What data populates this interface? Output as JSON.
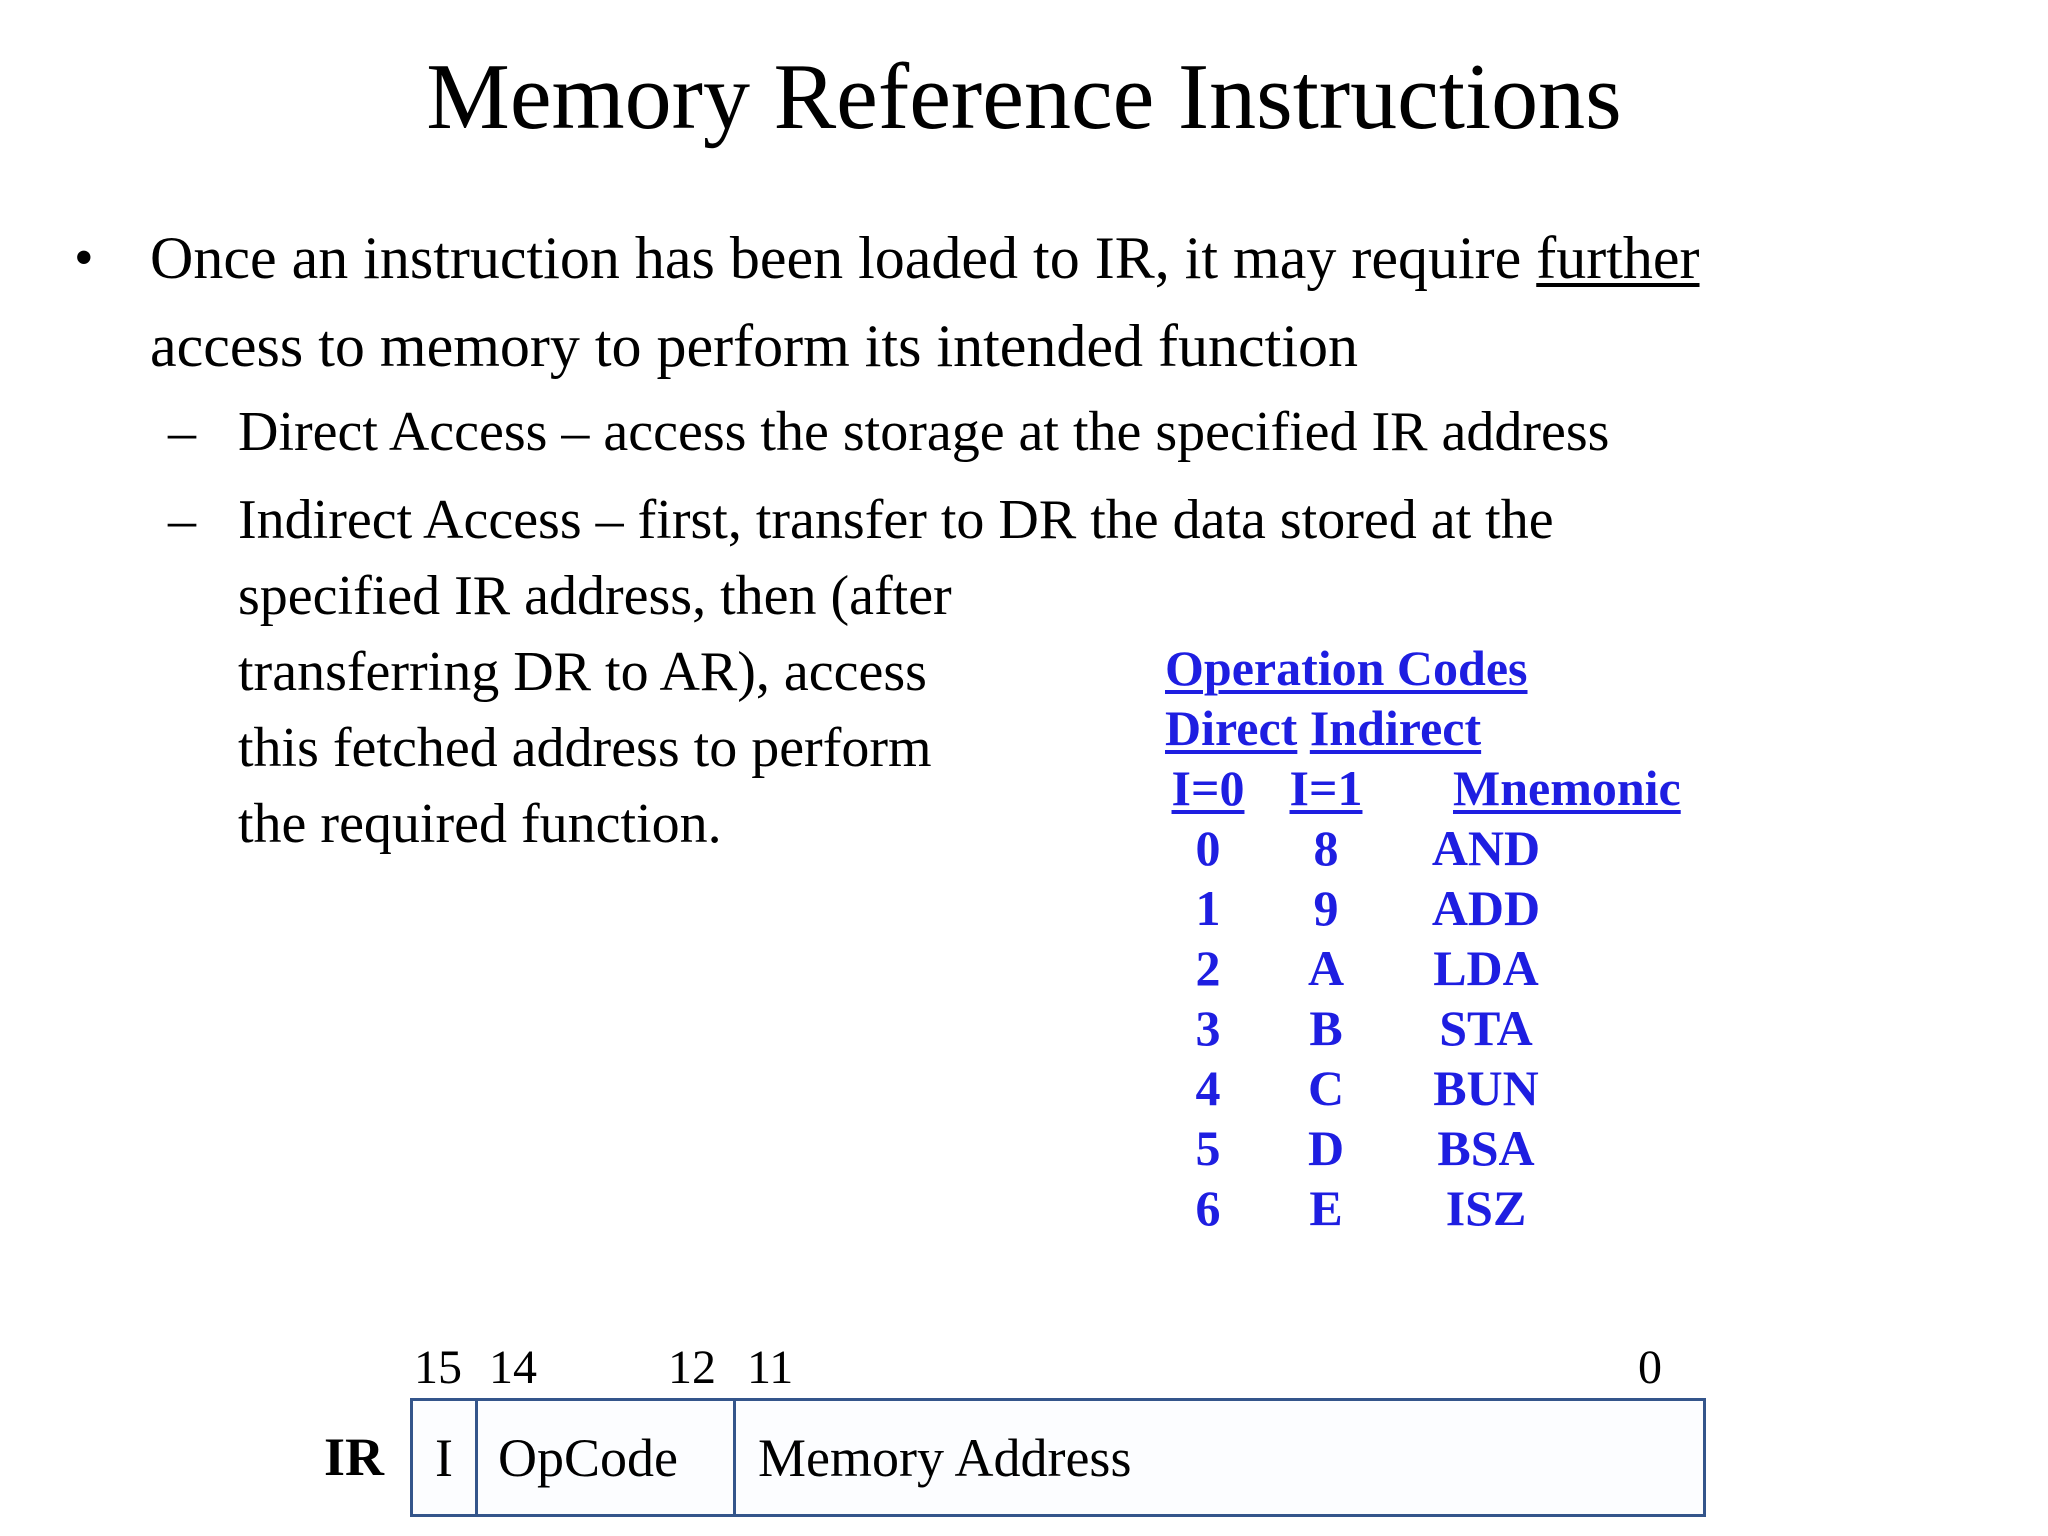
{
  "slide": {
    "title": "Memory Reference Instructions",
    "bullet": {
      "marker": "•",
      "line1_before": "Once an instruction has been loaded to IR, it may require ",
      "line1_underlined": "further",
      "line2": "access to memory to perform its intended function"
    },
    "sub_bullets": {
      "marker": "–",
      "direct": "Direct Access – access the storage at the specified IR address",
      "indirect_lines": [
        "Indirect Access – first, transfer to DR the data stored at the",
        "specified IR address, then (after",
        "transferring DR to AR), access",
        "this fetched address to perform",
        "the required function."
      ]
    }
  },
  "opcode_table": {
    "title": "Operation Codes",
    "col_group_direct": "Direct",
    "col_group_indirect": "Indirect",
    "headers": {
      "i0": "I=0",
      "i1": "I=1",
      "mnemonic": "Mnemonic"
    },
    "rows": [
      {
        "i0": "0",
        "i1": "8",
        "mnemonic": "AND"
      },
      {
        "i0": "1",
        "i1": "9",
        "mnemonic": "ADD"
      },
      {
        "i0": "2",
        "i1": "A",
        "mnemonic": "LDA"
      },
      {
        "i0": "3",
        "i1": "B",
        "mnemonic": "STA"
      },
      {
        "i0": "4",
        "i1": "C",
        "mnemonic": "BUN"
      },
      {
        "i0": "5",
        "i1": "D",
        "mnemonic": "BSA"
      },
      {
        "i0": "6",
        "i1": "E",
        "mnemonic": "ISZ"
      }
    ]
  },
  "register_diagram": {
    "register_label": "IR",
    "bit_labels": {
      "b15": "15",
      "b14": "14",
      "b12": "12",
      "b11": "11",
      "b0": "0"
    },
    "fields": [
      {
        "label": "I"
      },
      {
        "label": "OpCode"
      },
      {
        "label": "Memory Address"
      }
    ]
  },
  "colors": {
    "opcode_text_blue": "#1E1EE1",
    "register_border_blue": "#34558b",
    "body_text": "#000000",
    "background": "#ffffff"
  }
}
